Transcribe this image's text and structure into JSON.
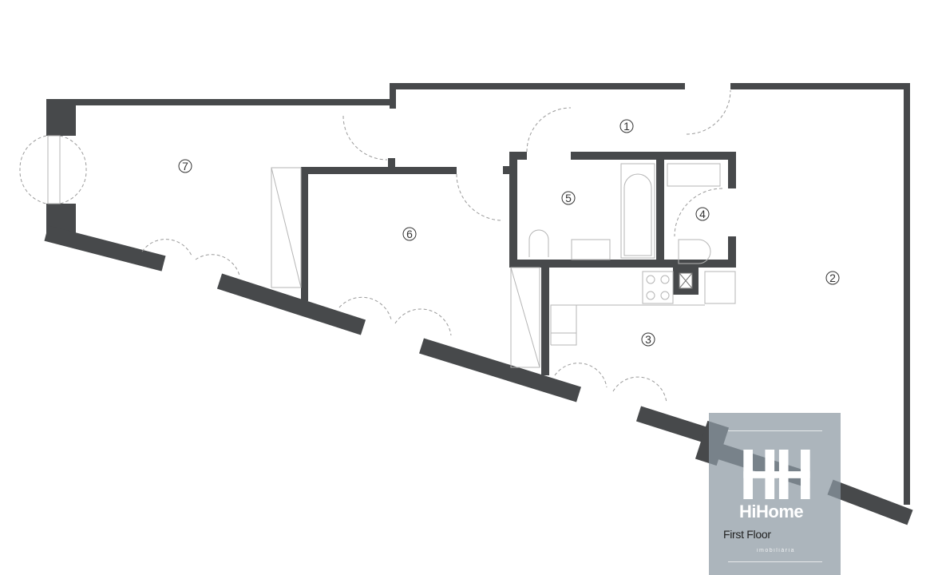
{
  "plan": {
    "rooms": [
      {
        "id": "1",
        "label": "1"
      },
      {
        "id": "2",
        "label": "2"
      },
      {
        "id": "3",
        "label": "3"
      },
      {
        "id": "4",
        "label": "4"
      },
      {
        "id": "5",
        "label": "5"
      },
      {
        "id": "6",
        "label": "6"
      },
      {
        "id": "7",
        "label": "7"
      }
    ],
    "floor_label": "First Floor",
    "wall_color": "#47494b"
  },
  "watermark": {
    "brand": "HiHome",
    "tagline": "imobiliária"
  }
}
